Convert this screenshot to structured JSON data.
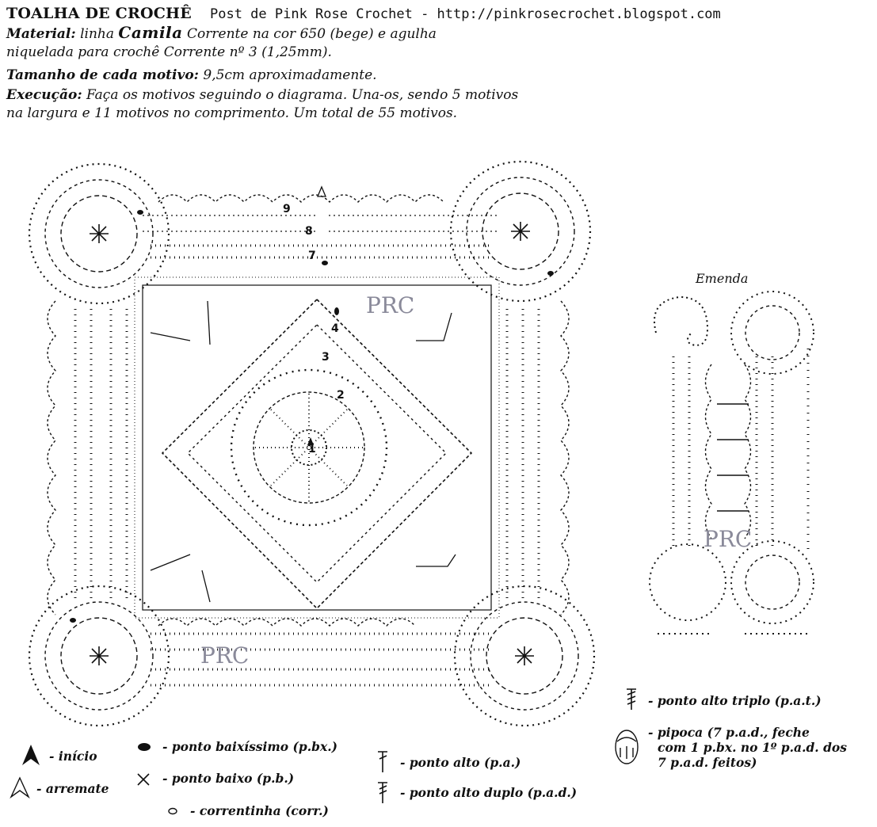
{
  "header": {
    "title": "TOALHA DE CROCHÊ",
    "credit": "Post de Pink Rose Crochet - http://pinkrosecrochet.blogspot.com"
  },
  "material": {
    "label": "Material:",
    "text_before": "linha",
    "brand": "Camila",
    "text_after": "Corrente na cor 650 (bege) e agulha",
    "line2": "niquelada para crochê Corrente nº 3 (1,25mm)."
  },
  "size": {
    "label": "Tamanho de cada motivo:",
    "text": "9,5cm aproximadamente."
  },
  "execution": {
    "label": "Execução:",
    "line1": "Faça os motivos seguindo o diagrama. Una-os, sendo 5 motivos",
    "line2": "na largura e 11 motivos no comprimento. Um total de 55 motivos."
  },
  "diagram": {
    "watermark": "PRC",
    "round_numbers": [
      "1",
      "2",
      "3",
      "4",
      "7",
      "8",
      "9"
    ],
    "joining_title": "Emenda"
  },
  "legend": {
    "start": "- início",
    "finish": "- arremate",
    "slip_stitch": "- ponto baixíssimo (p.bx.)",
    "single_crochet": "- ponto baixo (p.b.)",
    "chain": "- correntinha (corr.)",
    "double_crochet": "- ponto alto (p.a.)",
    "treble": "- ponto alto duplo (p.a.d.)",
    "triple_treble": "- ponto alto triplo (p.a.t.)",
    "popcorn_line1": "- pipoca (7 p.a.d., feche",
    "popcorn_line2": "com 1 p.bx. no 1º p.a.d. dos",
    "popcorn_line3": "7 p.a.d. feitos)"
  },
  "colors": {
    "ink": "#111111",
    "watermark": "#8a8a9a",
    "paper": "#ffffff"
  }
}
